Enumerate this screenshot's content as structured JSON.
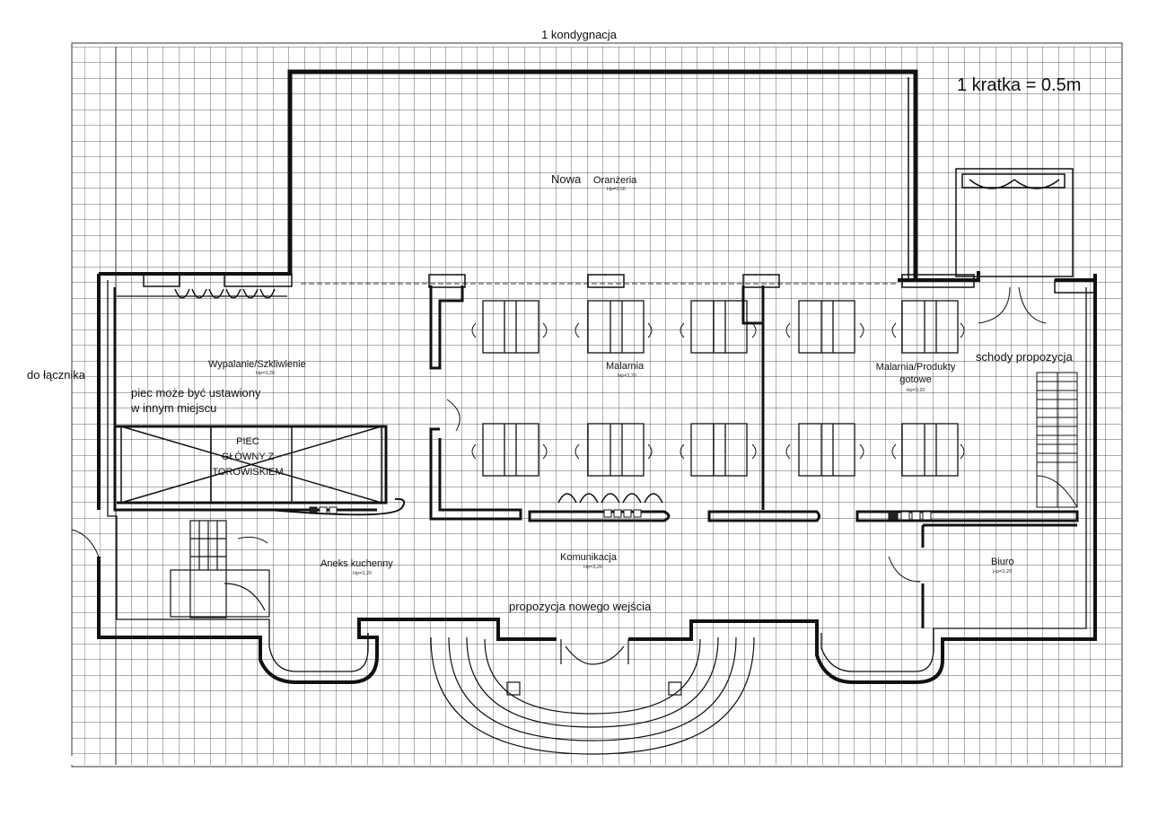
{
  "title": "1 kondygnacja",
  "scale_note": "1 kratka = 0.5m",
  "side_label": "do łącznika",
  "oranzeria": {
    "prefix": "Nowa",
    "name": "Oranżeria",
    "height": "Hp=2,50"
  },
  "rooms": {
    "wypalanie": {
      "name": "Wypalanie/Szkliwienie",
      "height": "Hp=3,20"
    },
    "malarnia": {
      "name": "Malarnia",
      "height": "Hp=3,20"
    },
    "malarnia_produkty": {
      "name_line1": "Malarnia/Produkty",
      "name_line2": "gotowe",
      "height": "Hp=3,20"
    },
    "aneks": {
      "name": "Aneks kuchenny",
      "height": "Hp=3,20"
    },
    "komunikacja": {
      "name": "Komunikacja",
      "height": "Hp=3,20"
    },
    "biuro": {
      "name": "Biuro",
      "height": "Hp=3,20"
    }
  },
  "notes": {
    "piec_line1": "piec może być ustawiony",
    "piec_line2": "w innym miejscu",
    "piec_label": [
      "PIEC",
      "GŁÓWNY Z",
      "TOROWISKIEM"
    ],
    "schody": "schody propozycja",
    "wejscie": "propozycja nowego wejścia"
  }
}
